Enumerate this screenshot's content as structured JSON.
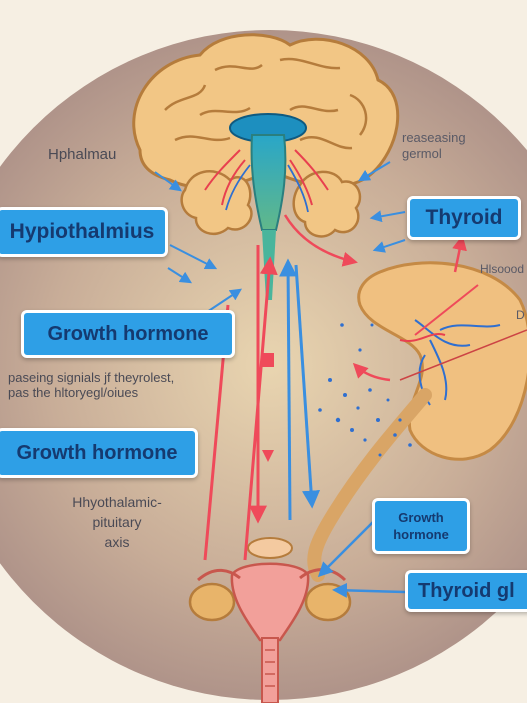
{
  "labels": {
    "hypothalamus_small": "Hphalmau",
    "releasing_hormone": [
      "reaseasing",
      "germol"
    ],
    "hypothalamus_box": "Hypiothalmius",
    "thyroid_box": "Thyroid",
    "growth_hormone_box_1": "Growth hormone",
    "passing_signals": [
      "paseing signials  jf theyrolest,",
      "pas the hltoryegl/oiues"
    ],
    "growth_hormone_box_2": "Growth hormone",
    "hpa_axis": [
      "Hhyothalamic-",
      "pituitary",
      "axis"
    ],
    "growth_hormone_box_3": [
      "Growth",
      "hormone"
    ],
    "thyroid_gland_box": "Thyroid gl",
    "right_edge_1": "Hlsoood",
    "right_edge_2": "D"
  },
  "colors": {
    "background": "#f6efe3",
    "circle": "#b99f92",
    "brain": "#f2c685",
    "brain_outline": "#b57c3c",
    "label_fill": "#2e9fe6",
    "label_text": "#153a70",
    "arrow_red": "#ef4a5a",
    "arrow_blue": "#3a8fe0"
  }
}
